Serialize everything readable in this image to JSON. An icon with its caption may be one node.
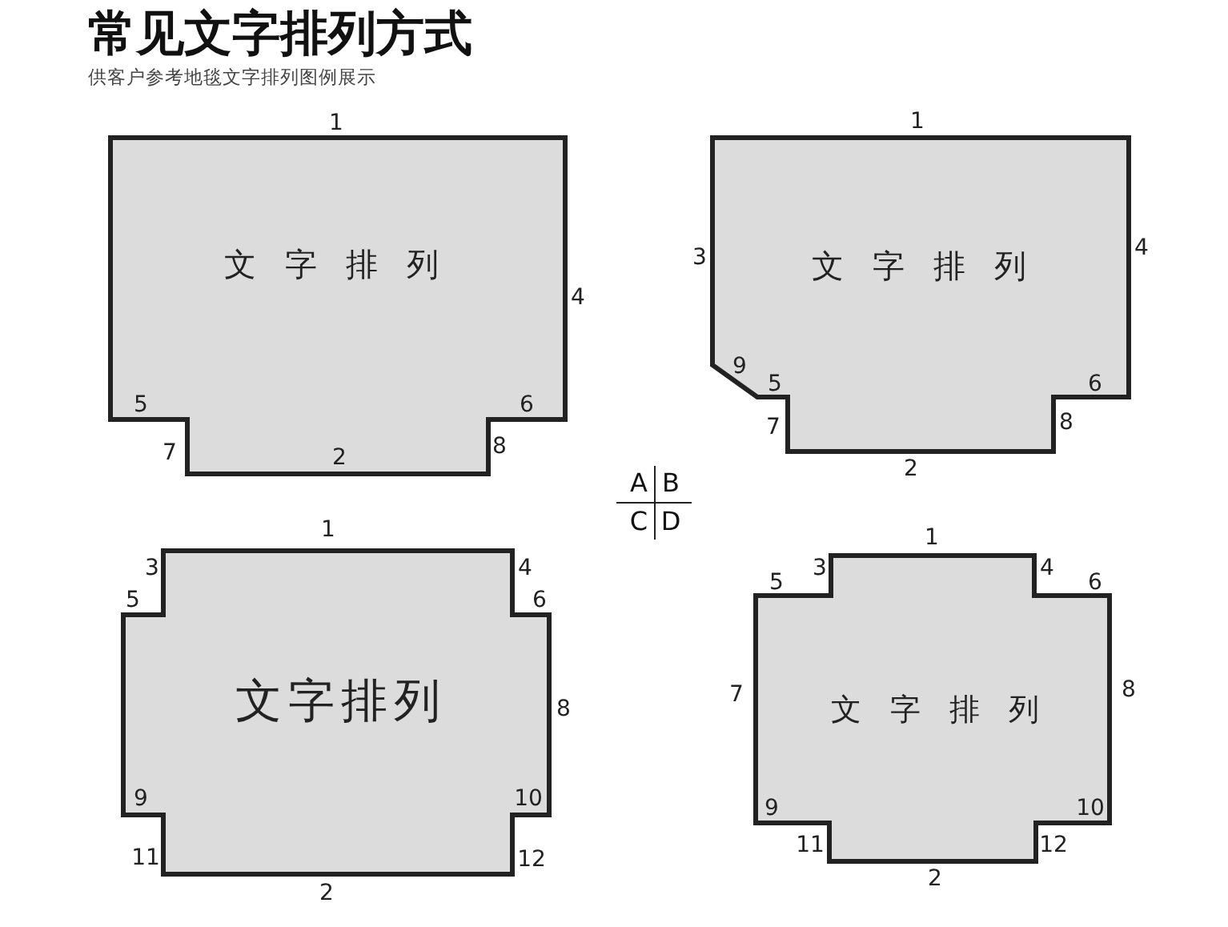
{
  "diagram": {
    "title": "常见文字排列方式",
    "nodes": [
      {
        "text": [
          "文字排列"
        ]
      },
      {
        "text": [
          "文字排列"
        ]
      },
      {
        "text": [
          "文字排列"
        ]
      },
      {
        "text": [
          "文字排列"
        ]
      }
    ],
    "labels": [
      "供客户参考地毯文字排列图例展示",
      "1",
      "4",
      "5",
      "6",
      "7",
      "2",
      "8",
      "1",
      "3",
      "4",
      "9",
      "5",
      "6",
      "7",
      "8",
      "2",
      "A",
      "B",
      "1",
      "C",
      "D",
      "1",
      "3",
      "4",
      "5",
      "6",
      "8",
      "9",
      "10",
      "11",
      "12",
      "2",
      "3",
      "4",
      "5",
      "6",
      "7",
      "8",
      "9",
      "10",
      "11",
      "12",
      "2"
    ]
  }
}
